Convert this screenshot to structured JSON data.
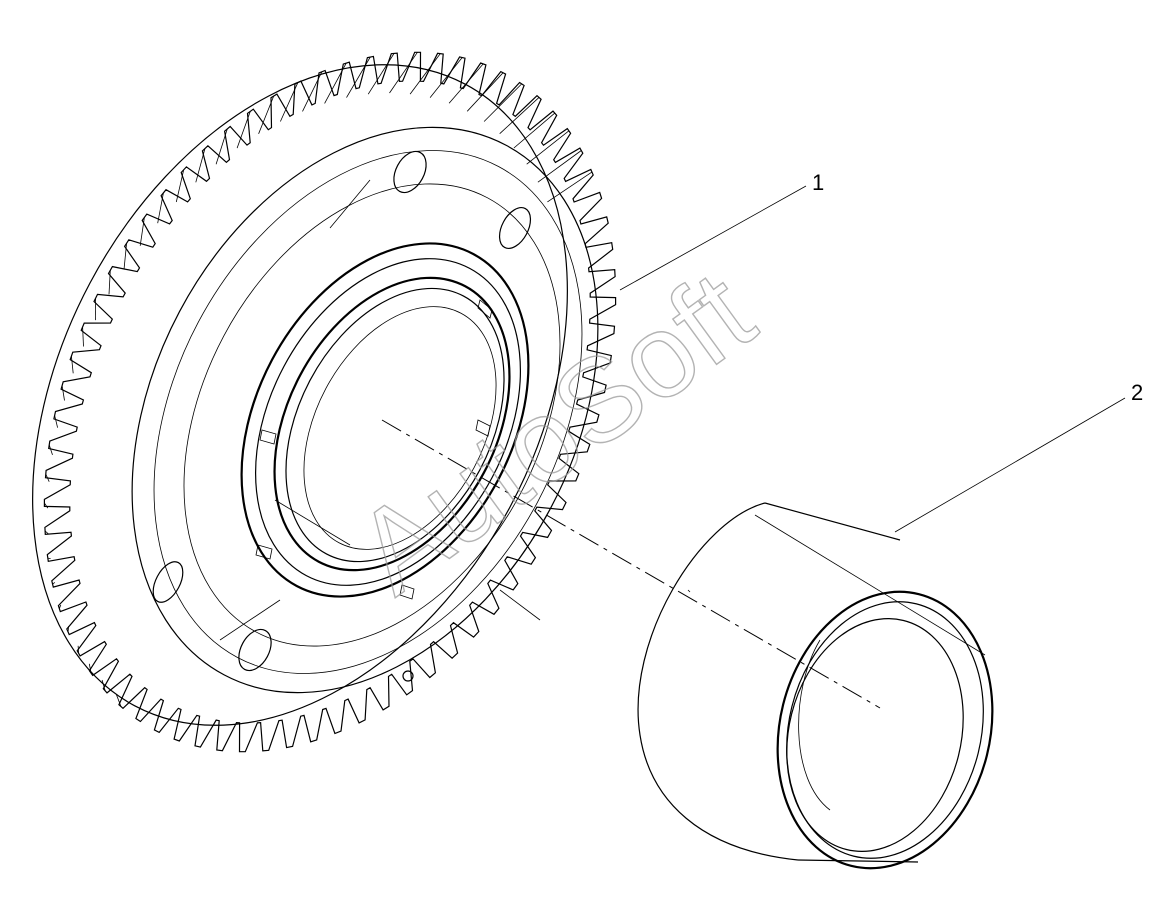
{
  "callouts": {
    "part1": "1",
    "part2": "2"
  },
  "watermark": "AutoSoft",
  "colors": {
    "line": "#000000",
    "watermark": "#9a9a9a",
    "background": "#ffffff"
  }
}
